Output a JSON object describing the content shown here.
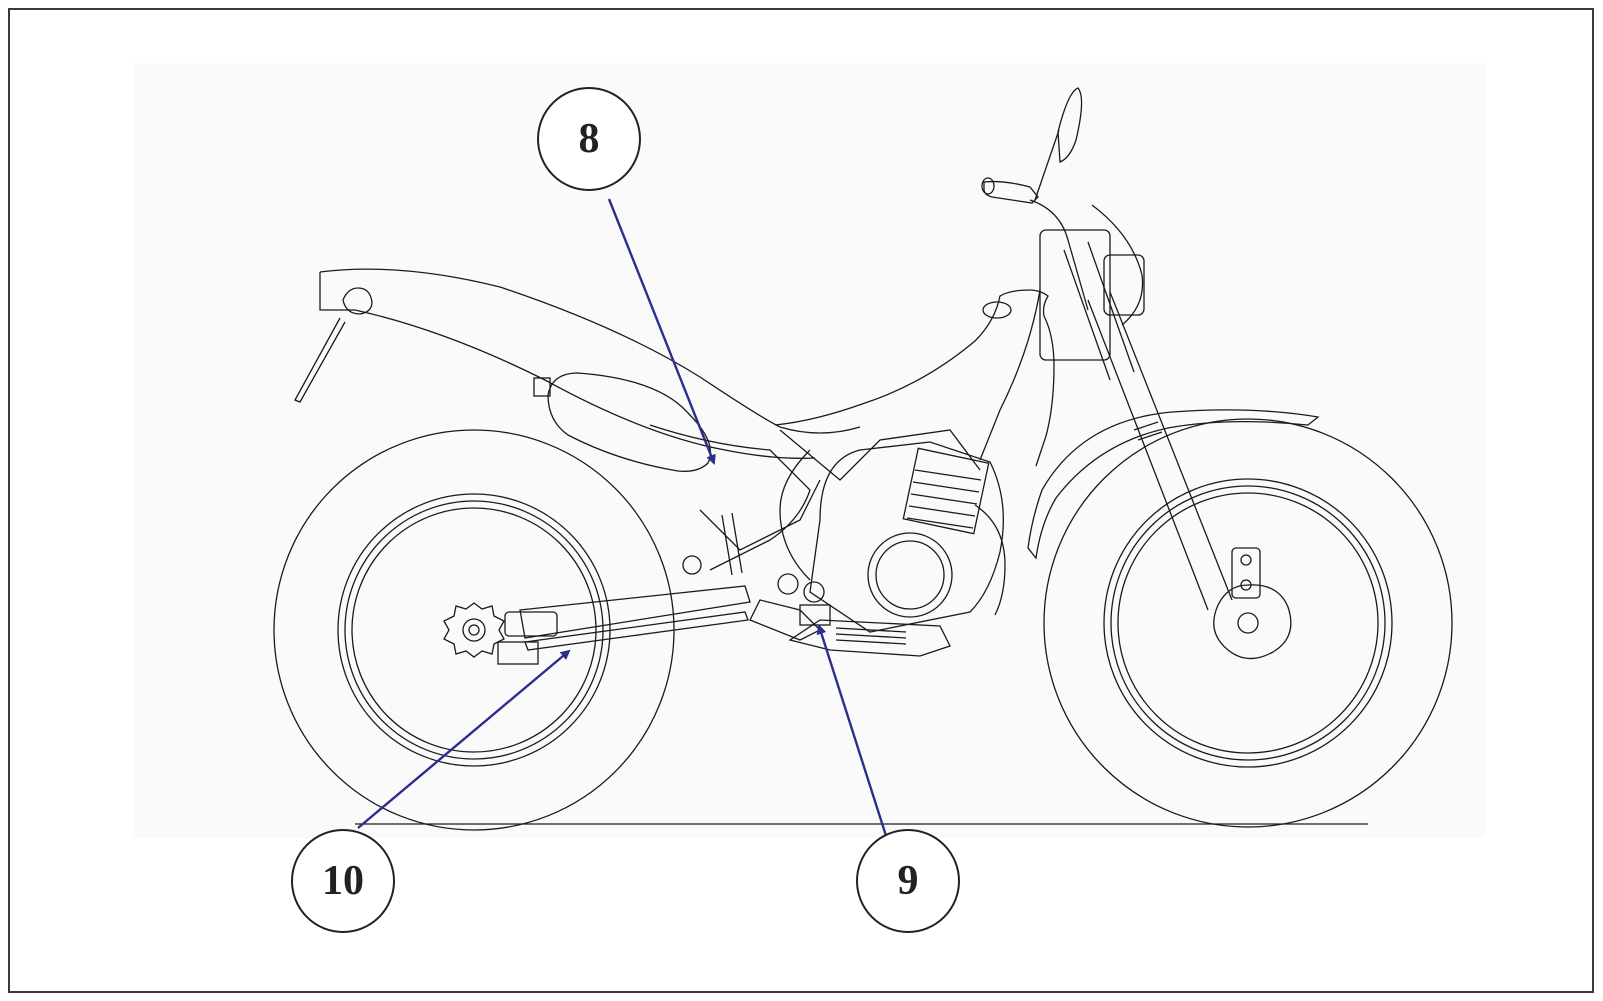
{
  "diagram": {
    "subject": "motorcycle-side-view",
    "callouts": [
      {
        "id": "c8",
        "label": "8"
      },
      {
        "id": "c9",
        "label": "9"
      },
      {
        "id": "c10",
        "label": "10"
      }
    ],
    "colors": {
      "line_art": "#1a1a1a",
      "leader_arrow": "#2b2e8c",
      "frame_border": "#3a3a3a"
    }
  }
}
